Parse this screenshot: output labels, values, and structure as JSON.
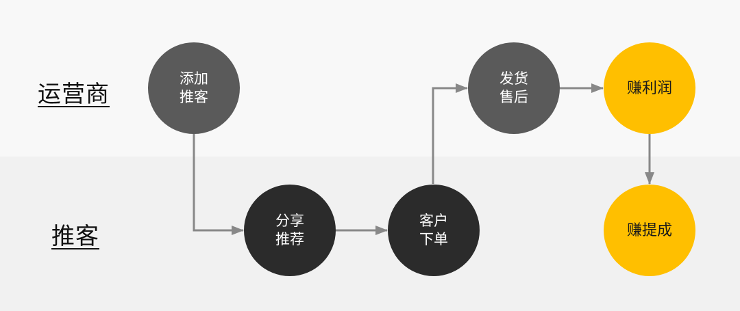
{
  "rows": {
    "operator": "运营商",
    "referrer": "推客"
  },
  "nodes": {
    "add_referrer": {
      "line1": "添加",
      "line2": "推客"
    },
    "share_recommend": {
      "line1": "分享",
      "line2": "推荐"
    },
    "customer_order": {
      "line1": "客户",
      "line2": "下单"
    },
    "ship_aftersale": {
      "line1": "发货",
      "line2": "售后"
    },
    "earn_profit": {
      "label": "赚利润"
    },
    "earn_commission": {
      "label": "赚提成"
    }
  },
  "colors": {
    "operator_node": "#5a5a5a",
    "referrer_node": "#2b2b2b",
    "earnings_node": "#ffbf00",
    "arrow": "#888888",
    "top_band": "#f8f8f8",
    "bottom_band": "#f1f1f1"
  }
}
